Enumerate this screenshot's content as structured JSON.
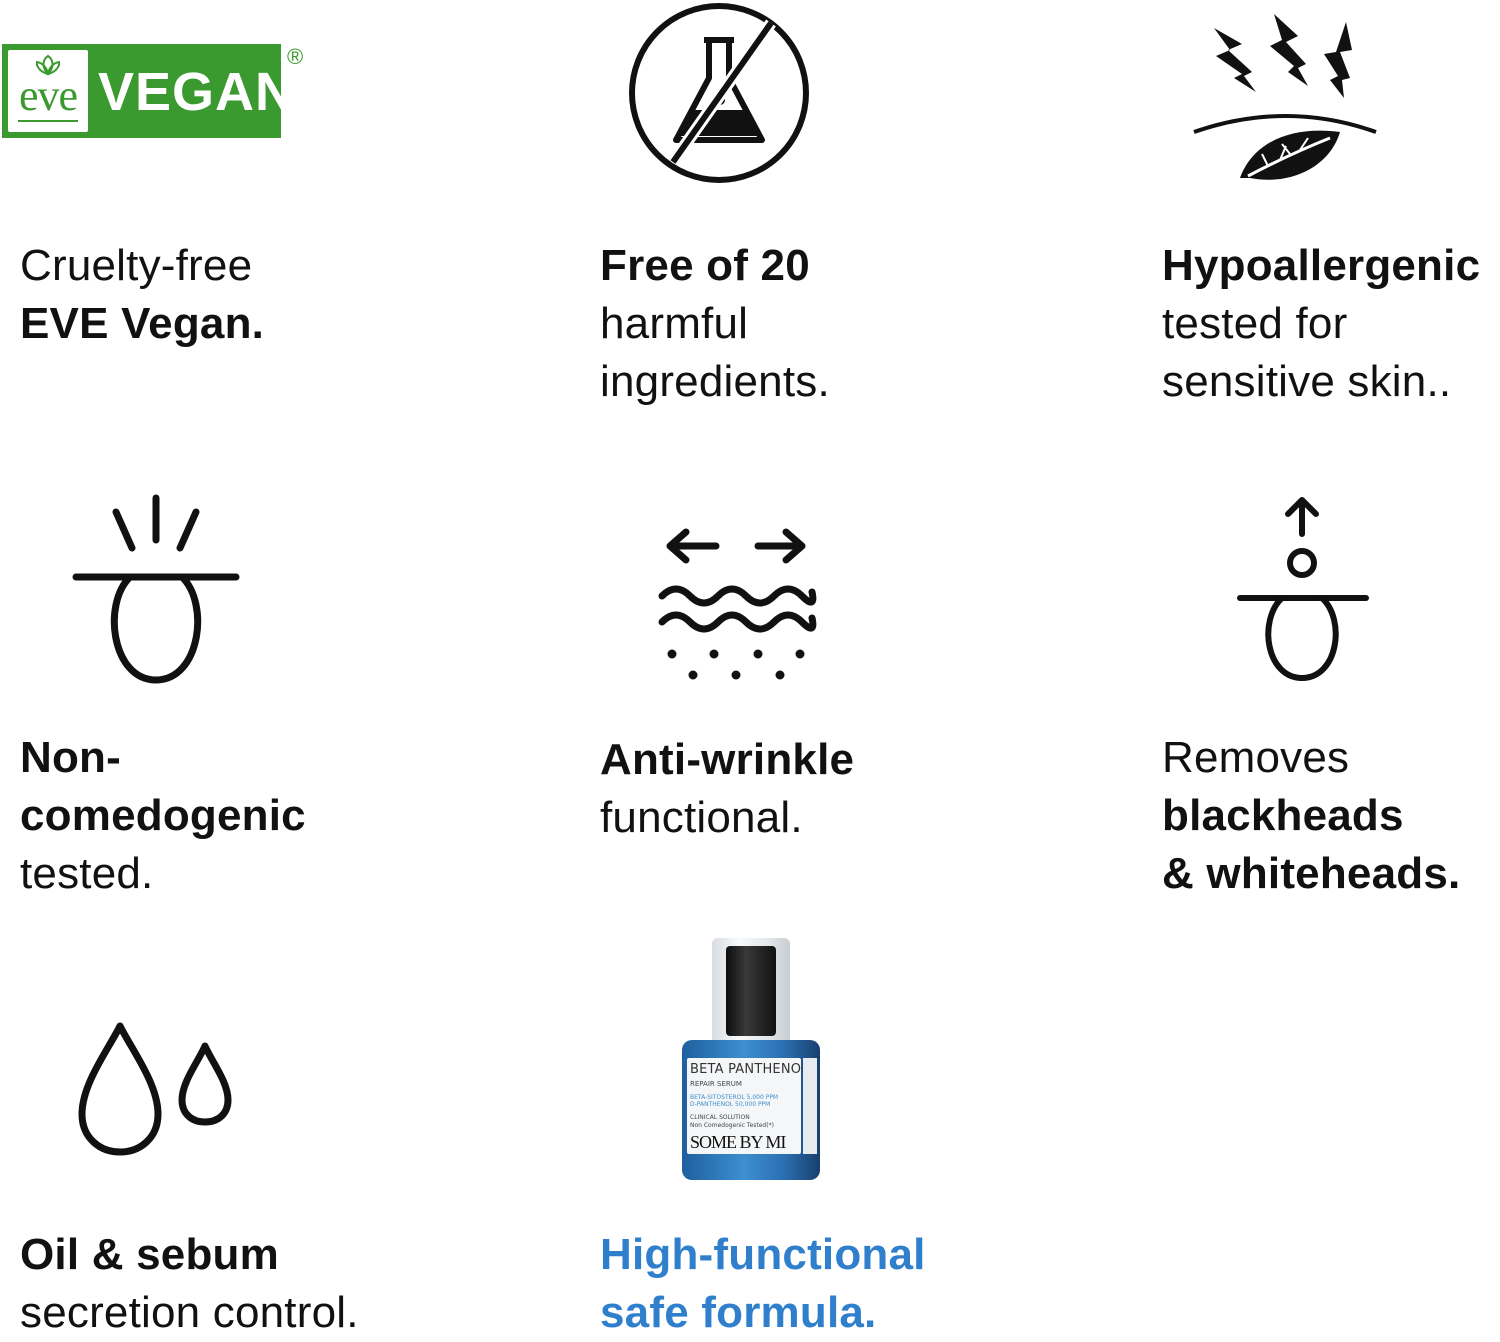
{
  "logo": {
    "brand_word": "eve",
    "label": "VEGAN",
    "registered_mark": "®",
    "brand_color": "#3b9a2f"
  },
  "features": [
    {
      "icon": "eve-vegan-logo",
      "line1": "Cruelty-free",
      "line2": "EVE Vegan."
    },
    {
      "icon": "no-chemicals-flask-icon",
      "line1": "Free of 20",
      "line2": "harmful",
      "line3": "ingredients."
    },
    {
      "icon": "hypoallergenic-leaf-icon",
      "line1": "Hypoallergenic",
      "line2": "tested for",
      "line3": "sensitive skin.."
    },
    {
      "icon": "non-comedogenic-pore-icon",
      "line1": "Non-",
      "line2": "comedogenic",
      "line3": "tested."
    },
    {
      "icon": "anti-wrinkle-waves-icon",
      "line1": "Anti-wrinkle",
      "line2": "functional."
    },
    {
      "icon": "pore-extraction-icon",
      "line1": "Removes",
      "line2": "blackheads",
      "line3": "& whiteheads."
    },
    {
      "icon": "oil-drops-icon",
      "line1": "Oil & sebum",
      "line2": "secretion control."
    },
    {
      "icon": "product-bottle-image",
      "line1": "High-functional",
      "line2": "safe formula."
    }
  ],
  "product": {
    "name": "BETA PANTHENOL",
    "type": "REPAIR SERUM",
    "ingredient1": "BETA-SITOSTEROL 5,000 PPM",
    "ingredient2": "D-PANTHENOL 50,000 PPM",
    "claim1": "CLINICAL SOLUTION",
    "claim2": "Non Comedogenic Tested(*)",
    "brand": "SOME BY MI"
  },
  "colors": {
    "accent_blue": "#2f7fcc",
    "text": "#111111"
  }
}
